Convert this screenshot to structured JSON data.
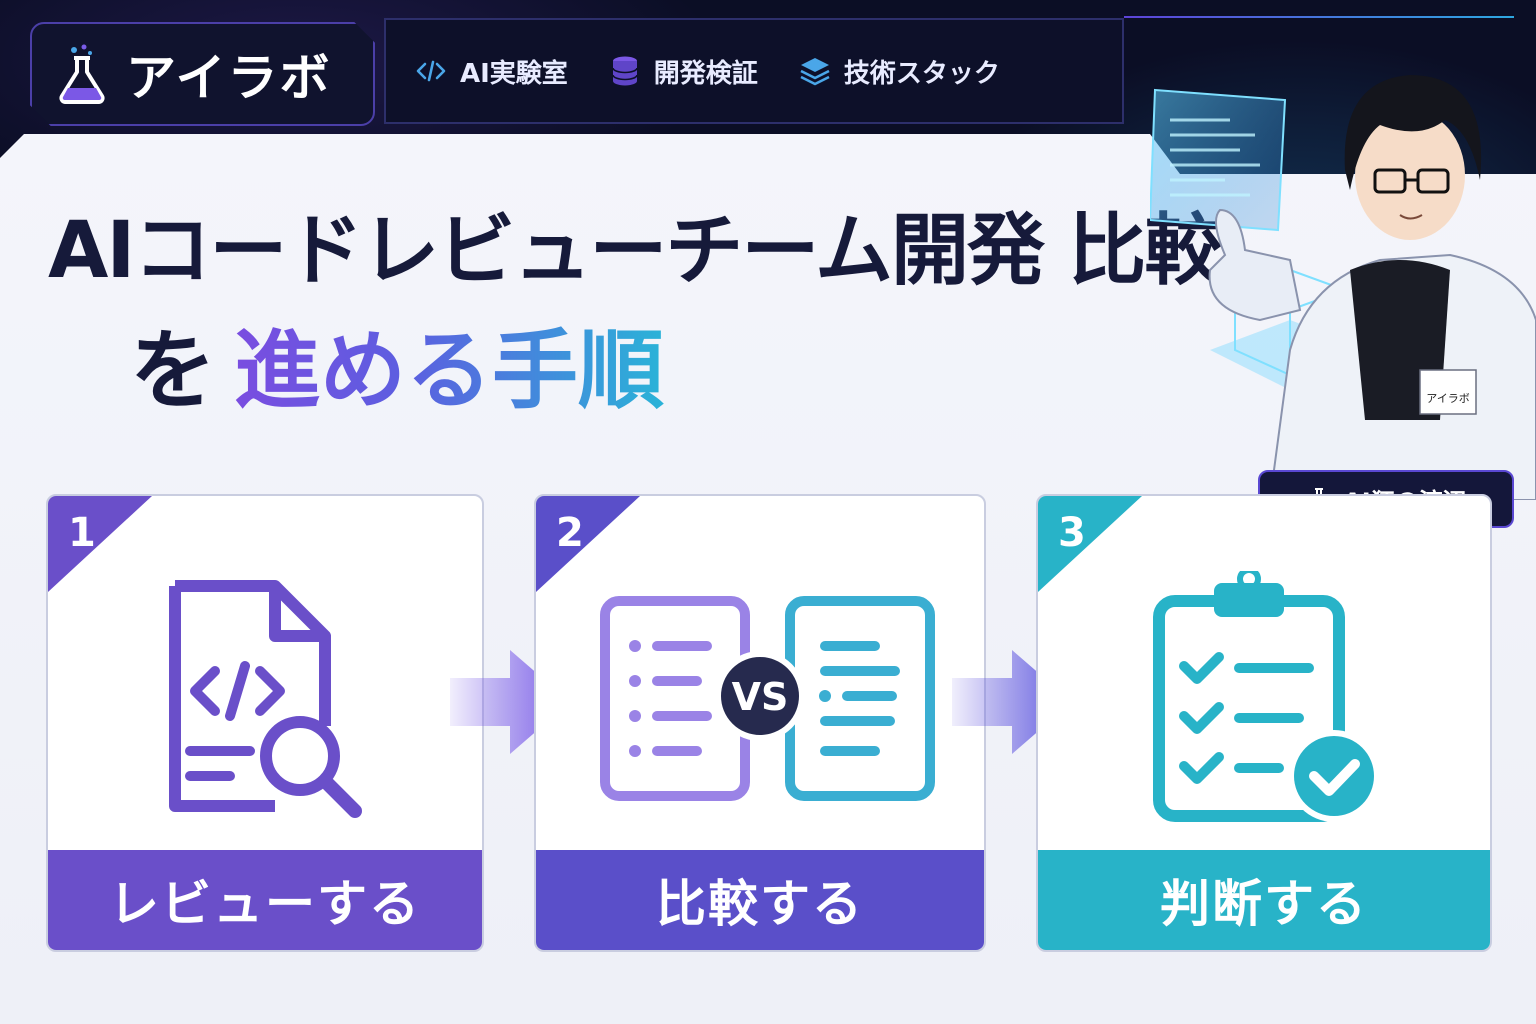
{
  "brand": {
    "name": "アイラボ"
  },
  "nav": {
    "items": [
      {
        "label": "AI実験室",
        "icon": "code-icon"
      },
      {
        "label": "開発検証",
        "icon": "database-icon"
      },
      {
        "label": "技術スタック",
        "icon": "layers-icon"
      }
    ]
  },
  "hero": {
    "title_line1": "AIコードレビューチーム開発 比較",
    "title_line2_prefix": "を",
    "title_line2_highlight": "進める手順"
  },
  "author": {
    "badge": "AI狂の渡辺",
    "name_tag_line1": "アイラボ"
  },
  "steps": [
    {
      "number": "1",
      "label": "レビューする",
      "color": "#6a4fc9",
      "icon": "code-file-search-icon"
    },
    {
      "number": "2",
      "label": "比較する",
      "color": "#5a4fc9",
      "icon": "document-compare-icon",
      "vs_text": "VS"
    },
    {
      "number": "3",
      "label": "判断する",
      "color": "#28b3c8",
      "icon": "clipboard-check-icon"
    }
  ],
  "colors": {
    "purple": "#6a4fc9",
    "indigo": "#5a4fc9",
    "teal": "#28b3c8",
    "navy": "#161a3a"
  }
}
